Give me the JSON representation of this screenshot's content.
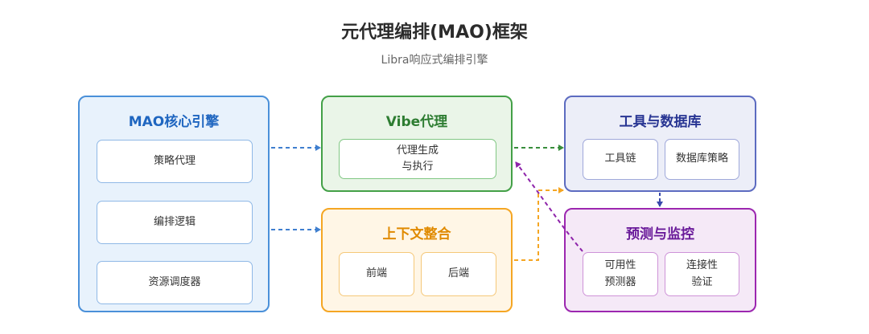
{
  "header": {
    "title": "元代理编排(MAO)框架",
    "subtitle": "Libra响应式编排引擎"
  },
  "groups": {
    "mao": {
      "title": "MAO核心引擎",
      "cards": [
        "策略代理",
        "编排逻辑",
        "资源调度器"
      ]
    },
    "vibe": {
      "title": "Vibe代理",
      "card_line1": "代理生成",
      "card_line2": "与执行"
    },
    "context": {
      "title": "上下文整合",
      "cards": [
        "前端",
        "后端"
      ]
    },
    "tools": {
      "title": "工具与数据库",
      "cards": [
        "工具链",
        "数据库策略"
      ]
    },
    "prediction": {
      "title": "预测与监控",
      "card1_line1": "可用性",
      "card1_line2": "预测器",
      "card2_line1": "连接性",
      "card2_line2": "验证"
    }
  },
  "colors": {
    "blue": "#3f7fcf",
    "green": "#388e3c",
    "orange": "#f5a623",
    "indigo": "#3949ab",
    "purple": "#8e24aa"
  }
}
